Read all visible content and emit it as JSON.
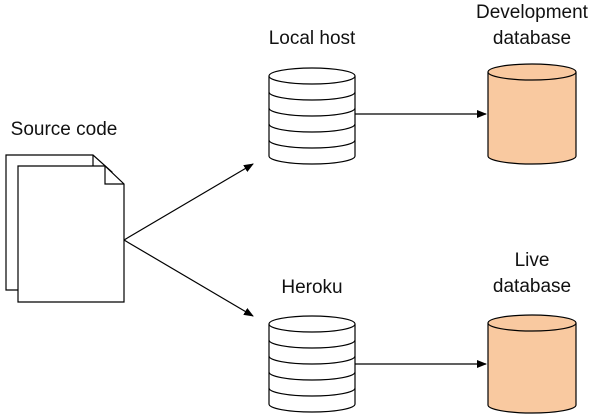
{
  "labels": {
    "source_code": "Source code",
    "local_host": "Local host",
    "heroku": "Heroku",
    "dev_db_line1": "Development",
    "dev_db_line2": "database",
    "live_db_line1": "Live",
    "live_db_line2": "database"
  },
  "icons": {
    "source": "document-stack-icon",
    "servers": "server-stack-icon",
    "databases": "database-cylinder-icon"
  },
  "colors": {
    "stroke": "#000000",
    "paper": "#ffffff",
    "server_fill": "#ffffff",
    "database_fill": "#f9c9a0"
  }
}
